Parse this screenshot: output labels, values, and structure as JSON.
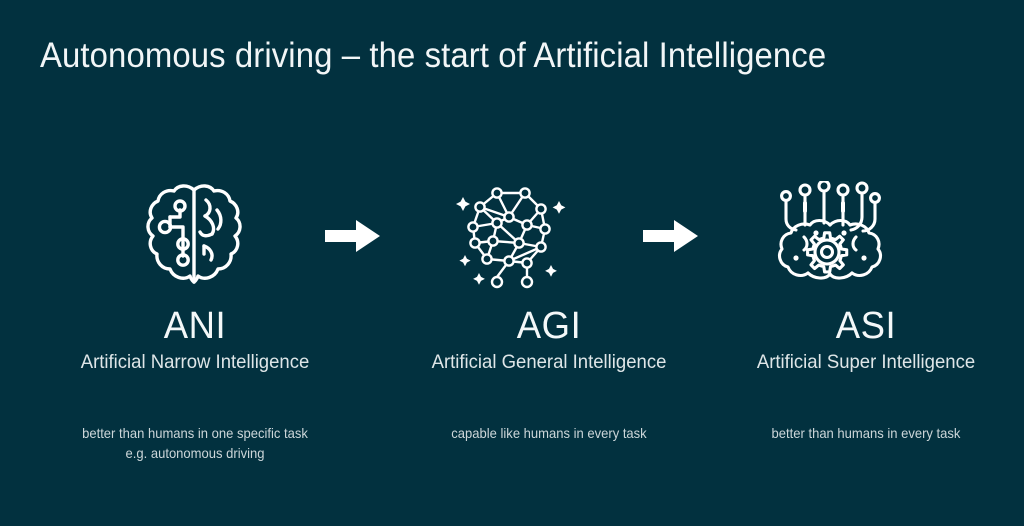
{
  "slide": {
    "title": "Autonomous driving – the start of Artificial Intelligence",
    "background_color": "#02313F",
    "text_color": "#F2F6F7",
    "caption_color": "#CCD6D9"
  },
  "stages": [
    {
      "icon": "half-circuit-brain-icon",
      "abbr": "ANI",
      "expanded": "Artificial Narrow Intelligence",
      "caption_line_1": "better than humans in one specific task",
      "caption_line_2": "e.g. autonomous driving"
    },
    {
      "icon": "neural-network-brain-icon",
      "abbr": "AGI",
      "expanded": "Artificial General Intelligence",
      "caption_line_1": "capable like humans in every task",
      "caption_line_2": ""
    },
    {
      "icon": "brain-gear-circuit-icon",
      "abbr": "ASI",
      "expanded": "Artificial Super Intelligence",
      "caption_line_1": "better than humans in every task",
      "caption_line_2": ""
    }
  ],
  "connectors": [
    {
      "icon": "arrow-right-icon"
    },
    {
      "icon": "arrow-right-icon"
    }
  ]
}
